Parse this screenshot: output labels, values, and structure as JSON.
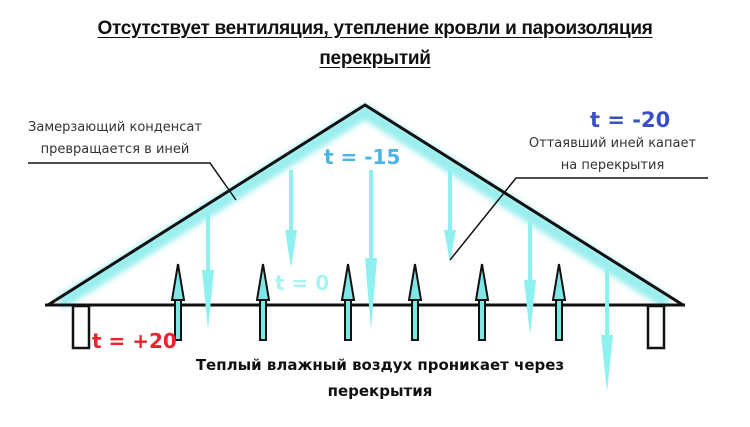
{
  "title": {
    "line1": "Отсутствует вентиляция, утепление кровли и пароизоляция",
    "line2": "перекрытий"
  },
  "labels": {
    "left_callout_line1": "Замерзающий конденсат",
    "left_callout_line2": "превращается в иней",
    "right_callout_line1": "Оттаявший иней капает",
    "right_callout_line2": "на перекрытия",
    "bottom_line1": "Теплый влажный воздух проникает через",
    "bottom_line2": "перекрытия"
  },
  "temperatures": {
    "outside": "t = -20",
    "attic_top": "t = -15",
    "attic_floor": "t = 0",
    "room": "t = +20"
  },
  "colors": {
    "outside_temp": "#3b4fc4",
    "attic_top_temp": "#4ab4e8",
    "attic_floor_temp": "#9ef2f2",
    "room_temp": "#e8232a",
    "frost": "#7fe6e6",
    "structure": "#111111"
  }
}
